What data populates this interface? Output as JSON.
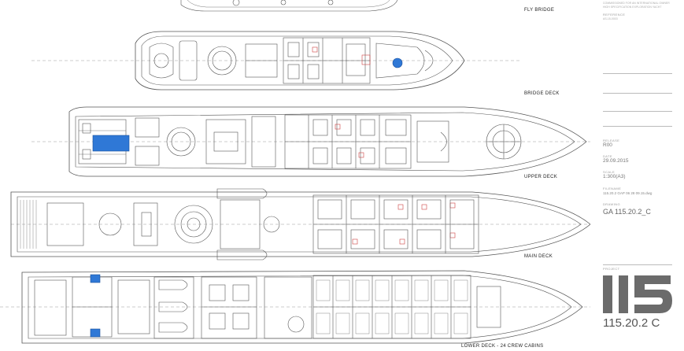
{
  "decks": {
    "fly_bridge": "FLY BRIDGE",
    "bridge": "BRIDGE DECK",
    "upper": "UPPER DECK",
    "main": "MAIN DECK",
    "lower": "LOWER DECK - 24 CREW CABINS"
  },
  "sidebar": {
    "header_tiny": "COMMISSIONED FOR AN INTERNATIONAL OWNER",
    "header_tiny2": "HIGH SPECIFICATION EXPLORATION YACHT",
    "reference_label": "REFERENCE",
    "reference_value": "AS-15-0003",
    "release_label": "RELEASE",
    "release_value": "R00",
    "date_label": "DATE",
    "date_value": "29.09.2015",
    "scale_label": "SCALE",
    "scale_value": "1:300(A3)",
    "filename_label": "FILENAME",
    "filename_value": "115.20.2 GAP 06 28 09.15.dwg",
    "drawing_label": "DRAWING",
    "drawing_value": "GA 115.20.2_C",
    "project_label": "PROJECT",
    "project_code": "115.20.2 C"
  },
  "colors": {
    "accent": "#2f78d6",
    "line": "#555555"
  }
}
